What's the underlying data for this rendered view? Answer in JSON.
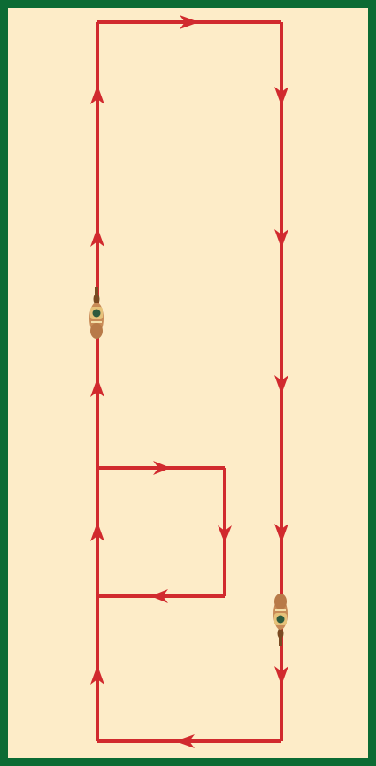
{
  "diagram": {
    "kind": "riding-arena-pattern",
    "colors": {
      "border": "#0c6b34",
      "arena_floor": "#fdecc8",
      "path": "#d12a2e",
      "horse_body": "#c88b57",
      "horse_saddle": "#2d5a3d",
      "horse_saddle_trim": "#e6c27a",
      "horse_head": "#7a4a22"
    },
    "riders": [
      {
        "id": "rider-left",
        "heading": "up",
        "icon": "horse-and-rider-icon"
      },
      {
        "id": "rider-right",
        "heading": "down",
        "icon": "horse-and-rider-icon"
      }
    ],
    "path_segments": [
      {
        "id": "outer-top",
        "direction": "right"
      },
      {
        "id": "outer-right",
        "direction": "down"
      },
      {
        "id": "outer-bottom",
        "direction": "left"
      },
      {
        "id": "outer-left",
        "direction": "up"
      },
      {
        "id": "inner-top",
        "direction": "right"
      },
      {
        "id": "inner-right",
        "direction": "down"
      },
      {
        "id": "inner-bottom",
        "direction": "left"
      }
    ]
  }
}
